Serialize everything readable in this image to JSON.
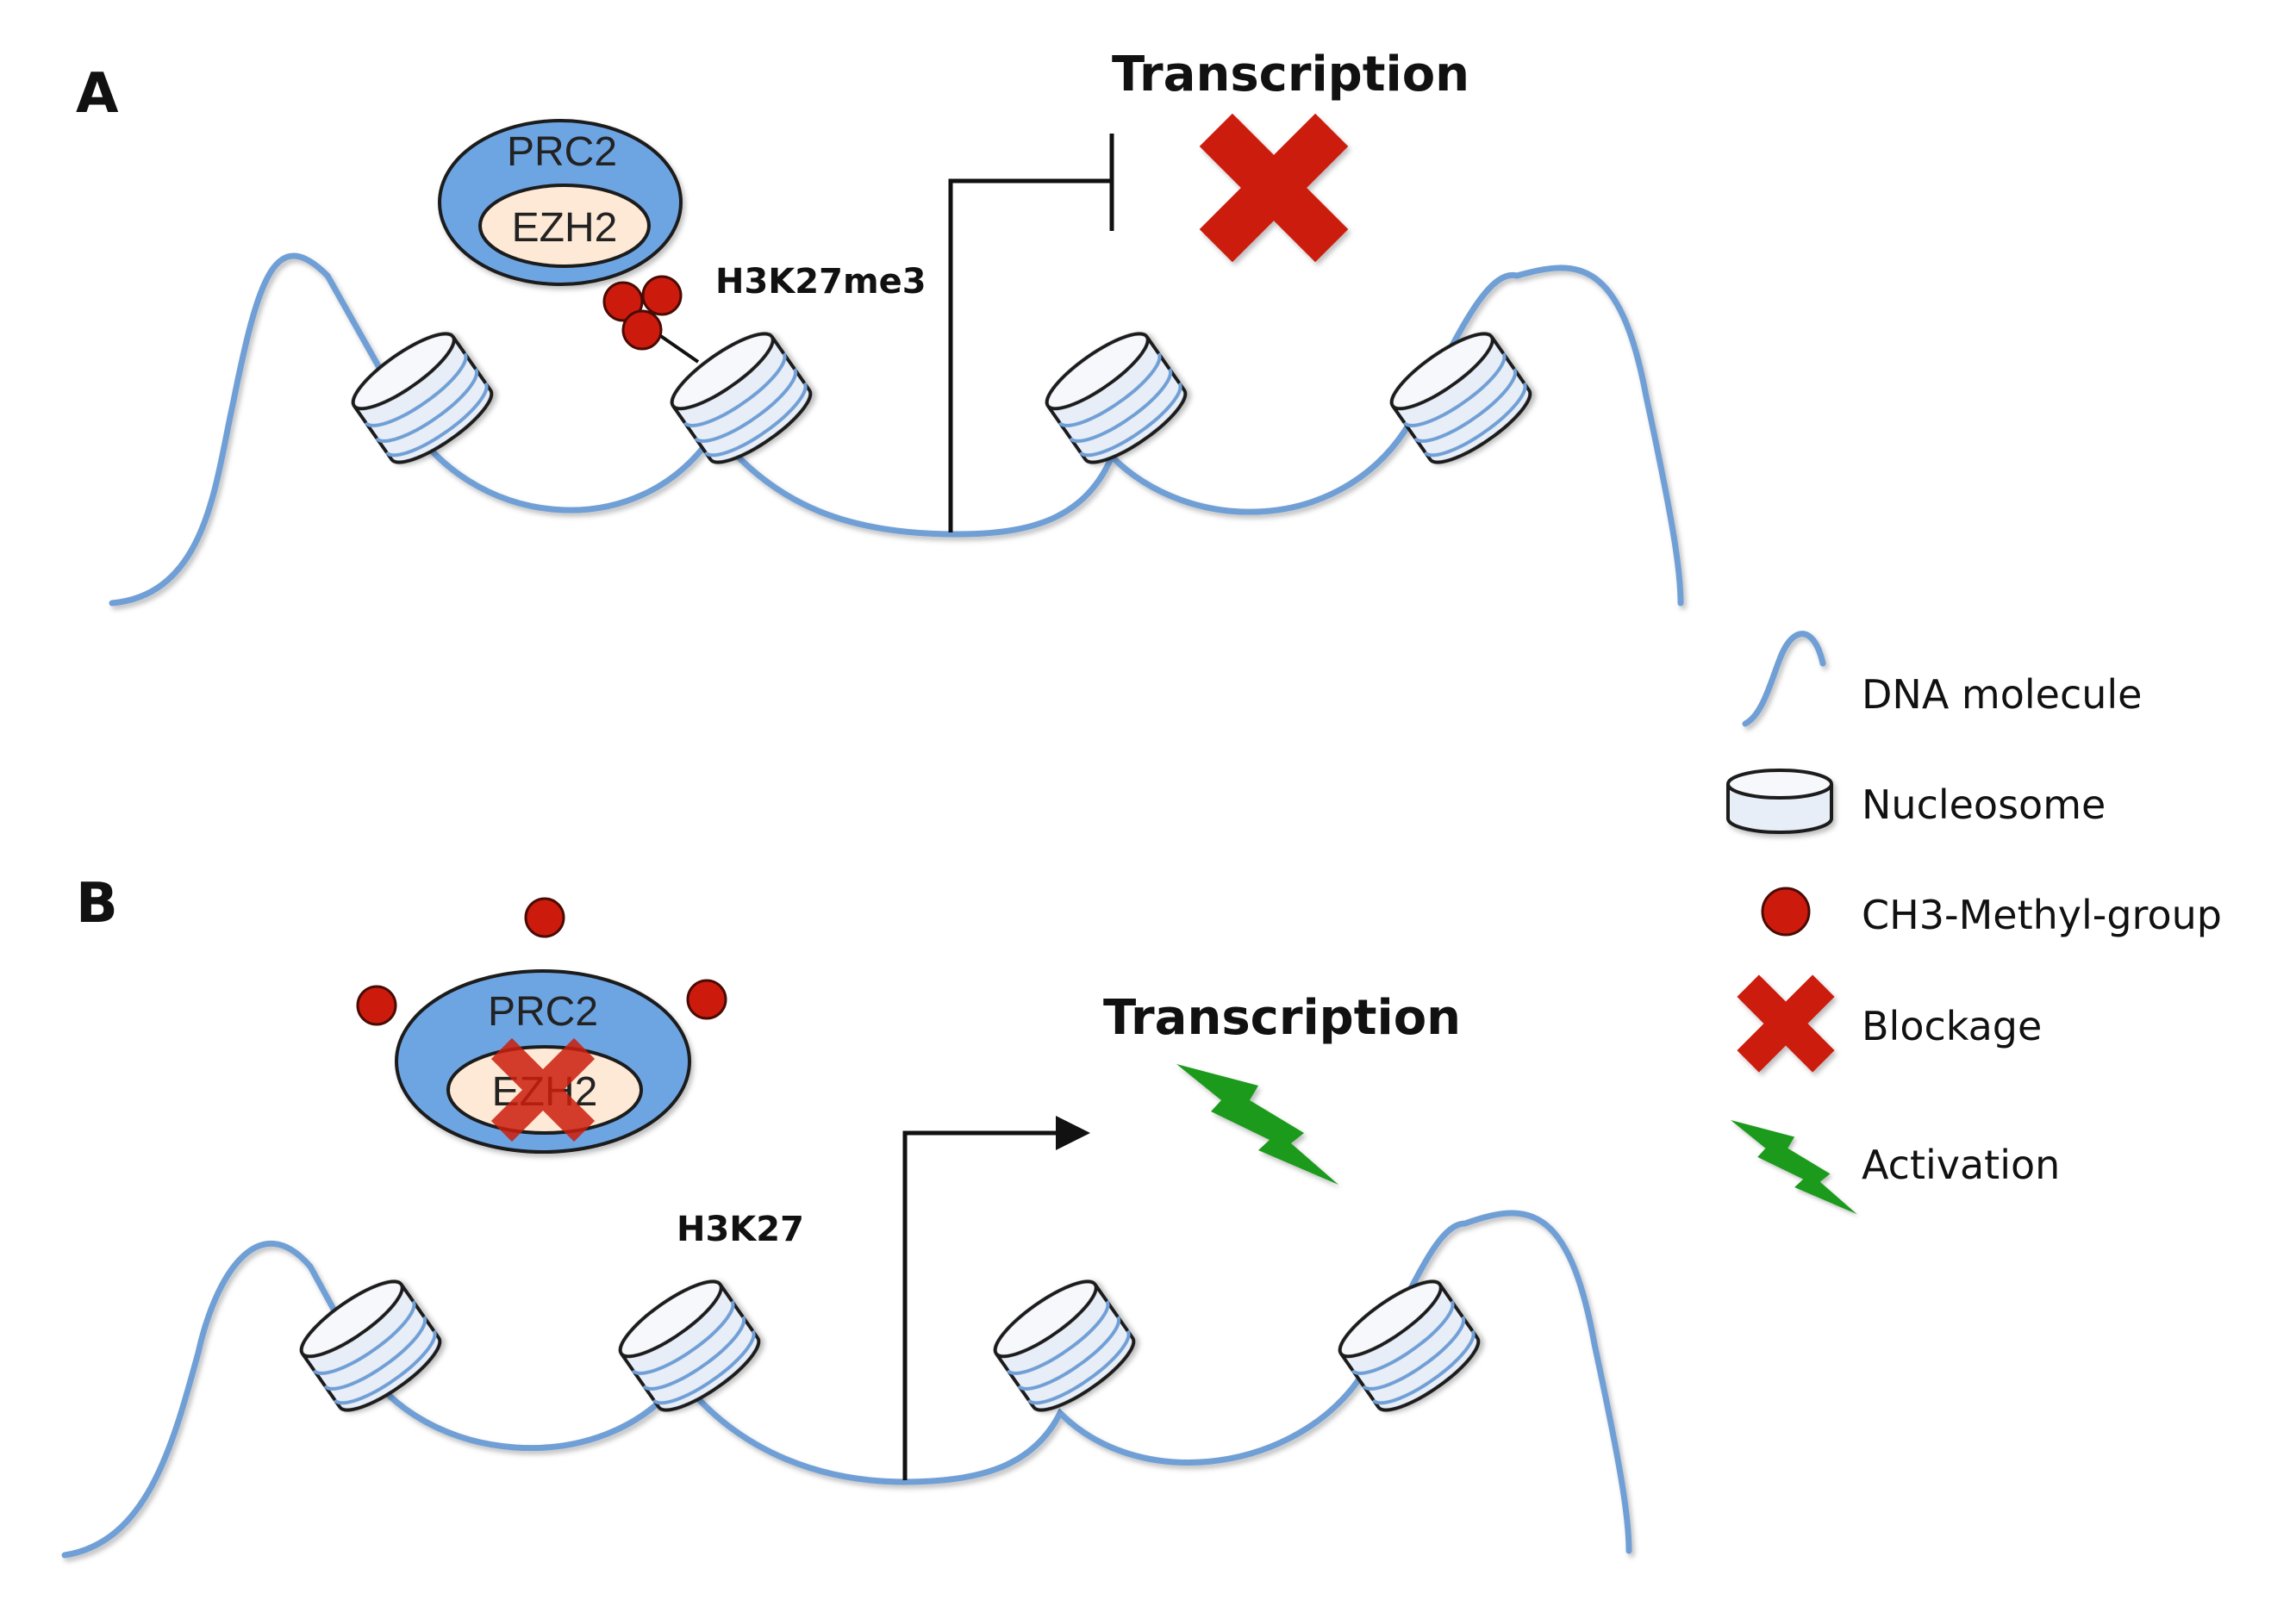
{
  "panels": [
    {
      "label": "A",
      "complex": "PRC2",
      "enzyme": "EZH2",
      "mark": "H3K27me3",
      "output": "Transcription"
    },
    {
      "label": "B",
      "complex": "PRC2",
      "enzyme": "EZH2",
      "mark": "H3K27",
      "output": "Transcription"
    }
  ],
  "legend": [
    {
      "icon": "dna-icon",
      "label": "DNA molecule"
    },
    {
      "icon": "nucleosome-icon",
      "label": "Nucleosome"
    },
    {
      "icon": "methyl-group-icon",
      "label": "CH3-Methyl-group"
    },
    {
      "icon": "blockage-icon",
      "label": "Blockage"
    },
    {
      "icon": "activation-icon",
      "label": "Activation"
    }
  ],
  "colors": {
    "dna": "#6f9fd6",
    "complex_fill": "#6da5e3",
    "enzyme_fill": "#fde9d6",
    "methyl": "#cc1b0d",
    "blockage": "#cc1f0d",
    "activation": "#1a9a1a",
    "nucleosome_fill": "#e8eef7"
  }
}
